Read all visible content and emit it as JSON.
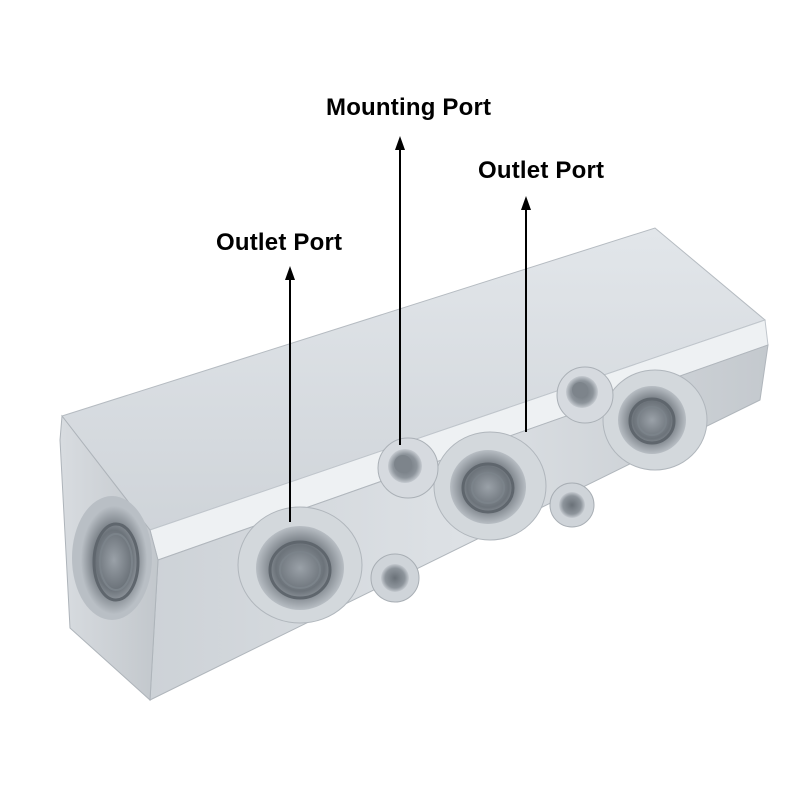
{
  "callouts": {
    "mounting_port": "Mounting Port",
    "outlet_port_right": "Outlet Port",
    "outlet_port_left": "Outlet Port"
  },
  "colors": {
    "label_text": "#000000",
    "arrow": "#000000",
    "background": "#ffffff",
    "metal_light": "#e6e9ec",
    "metal_mid": "#c7ccd1",
    "metal_dark": "#8e959c",
    "thread_dark": "#5f666d"
  }
}
